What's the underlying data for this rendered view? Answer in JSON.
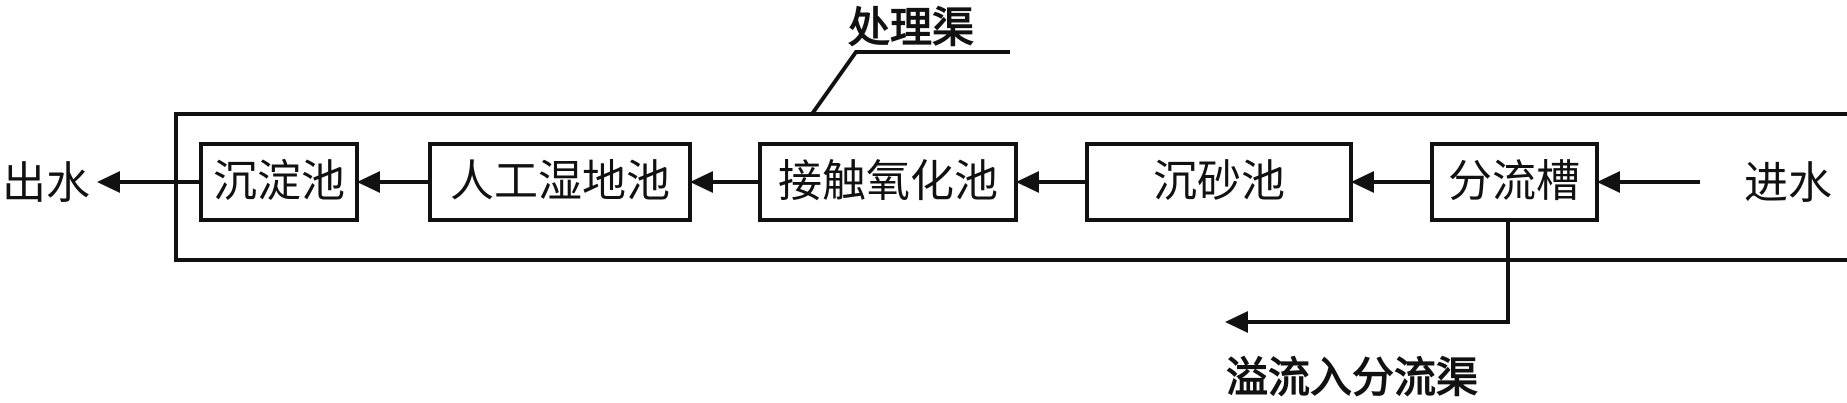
{
  "diagram": {
    "enclosure_label": "处理渠",
    "input_label": "进水",
    "output_label": "出水",
    "overflow_label": "溢流入分流渠",
    "steps": [
      {
        "label": "分流槽"
      },
      {
        "label": "沉砂池"
      },
      {
        "label": "接触氧化池"
      },
      {
        "label": "人工湿地池"
      },
      {
        "label": "沉淀池"
      }
    ]
  }
}
